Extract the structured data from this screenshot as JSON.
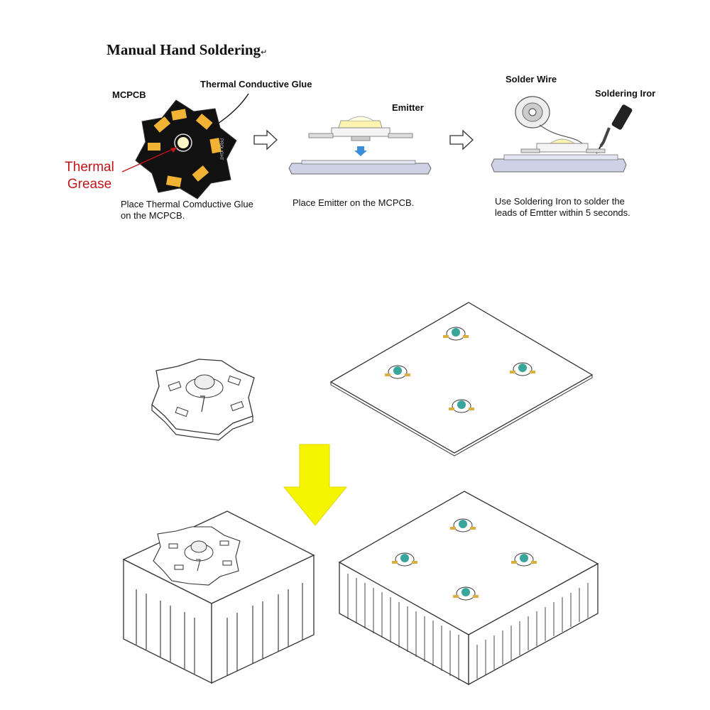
{
  "title": "Manual Hand Soldering",
  "title_mark": "↵",
  "step1": {
    "label_mcpcb": "MCPCB",
    "label_glue": "Thermal Conductive Glue",
    "label_grease_line1": "Thermal",
    "label_grease_line2": "Grease",
    "pcb_marking": "PROLIGHT",
    "caption_line1": "Place Thermal Comductive Glue",
    "caption_line2": "on the MCPCB."
  },
  "step2": {
    "label_emitter": "Emitter",
    "caption": "Place Emitter on the MCPCB."
  },
  "step3": {
    "label_wire": "Solder Wire",
    "label_iron": "Soldering Iror",
    "caption_line1": "Use Soldering Iron to solder the",
    "caption_line2": "leads of Emtter within 5 seconds."
  },
  "colors": {
    "pad": "#f2b233",
    "board": "#111111",
    "arrow_yellow": "#f5f500",
    "annotation_red": "#c0161a",
    "led_teal": "#3aa59a"
  },
  "icons": [
    "arrow-right-icon",
    "arrow-down-icon",
    "led-emitter-icon",
    "soldering-iron-icon",
    "solder-wire-icon"
  ]
}
